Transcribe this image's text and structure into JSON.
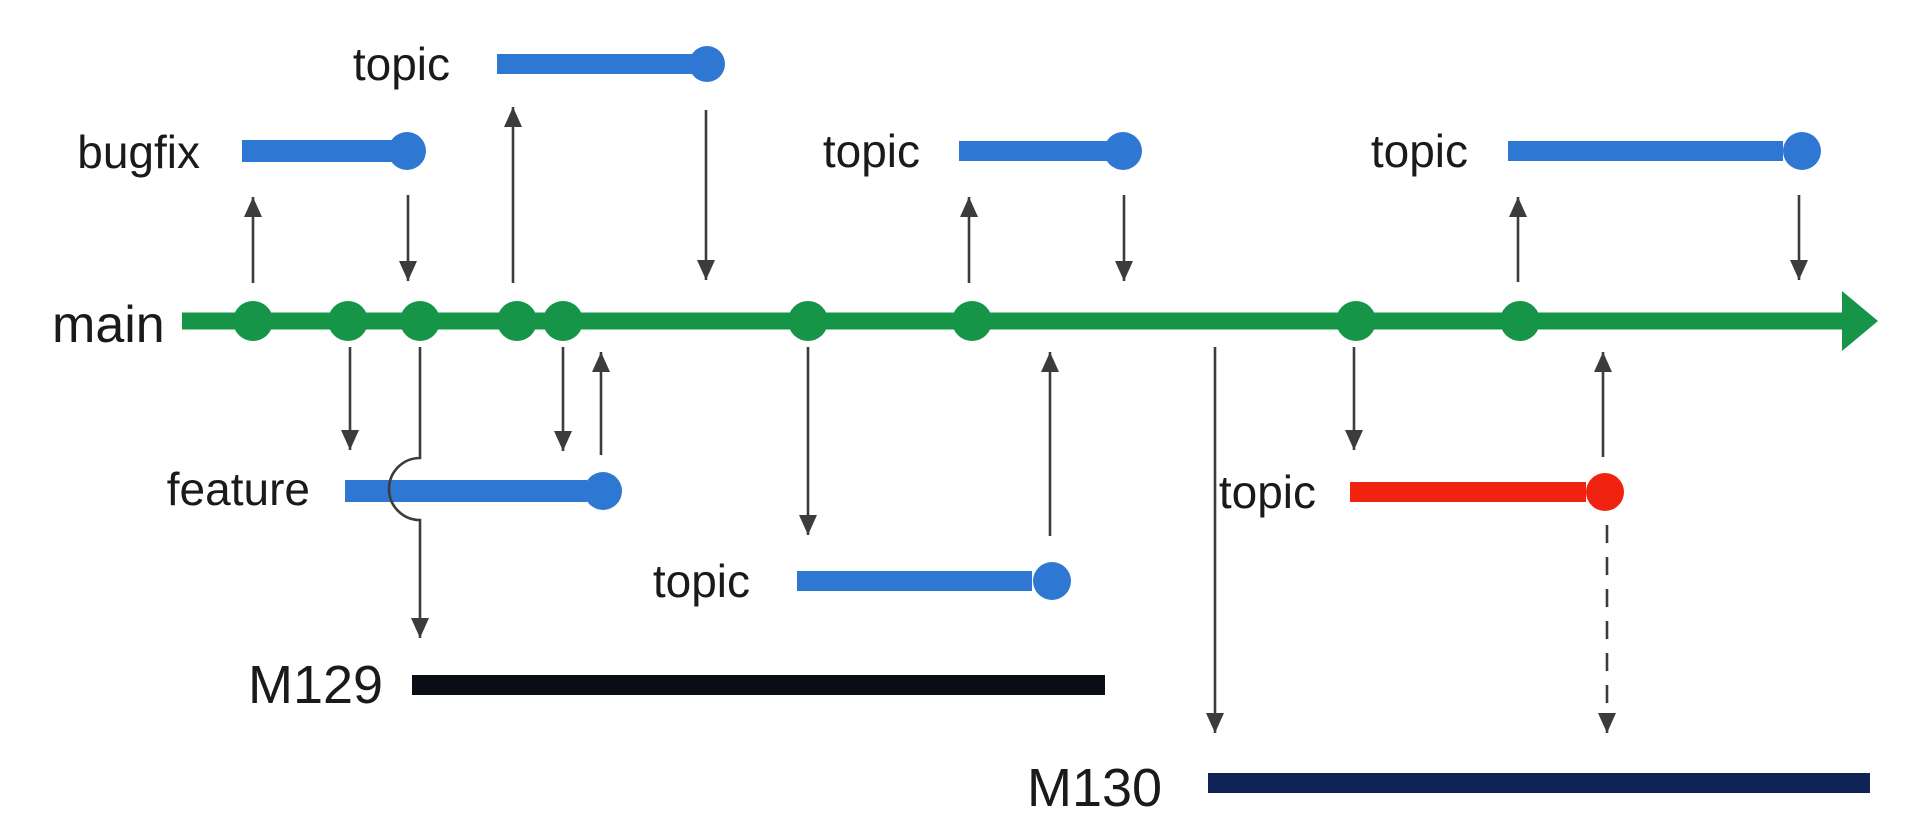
{
  "diagram": {
    "type": "git-branching-diagram",
    "description": "Release flow: feature/topic/bugfix branches off a main line with merge arrows and milestone release bars",
    "colors": {
      "main_branch": "#169447",
      "active_branch": "#2e78d3",
      "abandoned_branch": "#f02311",
      "milestone_m129_bar": "#0b0d15",
      "milestone_m130_bar": "#0f2355",
      "arrow": "#3c3c3c",
      "text": "#1a1a1a"
    },
    "main": {
      "label": "main",
      "commit_count": 9,
      "direction": "left-to-right arrow"
    },
    "branches": [
      {
        "label": "bugfix",
        "color": "#2e78d3",
        "position": "above main, left",
        "merged_back": true
      },
      {
        "label": "topic",
        "color": "#2e78d3",
        "position": "top row, upper left",
        "merged_back": true
      },
      {
        "label": "topic",
        "color": "#2e78d3",
        "position": "above main, middle",
        "merged_back": true
      },
      {
        "label": "topic",
        "color": "#2e78d3",
        "position": "above main, right",
        "merged_back": true
      },
      {
        "label": "feature",
        "color": "#2e78d3",
        "position": "below main, left",
        "merged_back": true
      },
      {
        "label": "topic",
        "color": "#2e78d3",
        "position": "below main, middle",
        "merged_back": true
      },
      {
        "label": "topic",
        "color": "#f02311",
        "position": "below main, right",
        "merged_back": false,
        "note": "dashed arrow down to M130"
      }
    ],
    "milestones": [
      {
        "label": "M129",
        "bar_color": "#0b0d15"
      },
      {
        "label": "M130",
        "bar_color": "#0f2355"
      }
    ]
  },
  "labels": {
    "main": "main",
    "bugfix": "bugfix",
    "topic_top": "topic",
    "topic_mid": "topic",
    "topic_right": "topic",
    "feature": "feature",
    "topic_bottom": "topic",
    "topic_red": "topic",
    "m129": "M129",
    "m130": "M130"
  }
}
